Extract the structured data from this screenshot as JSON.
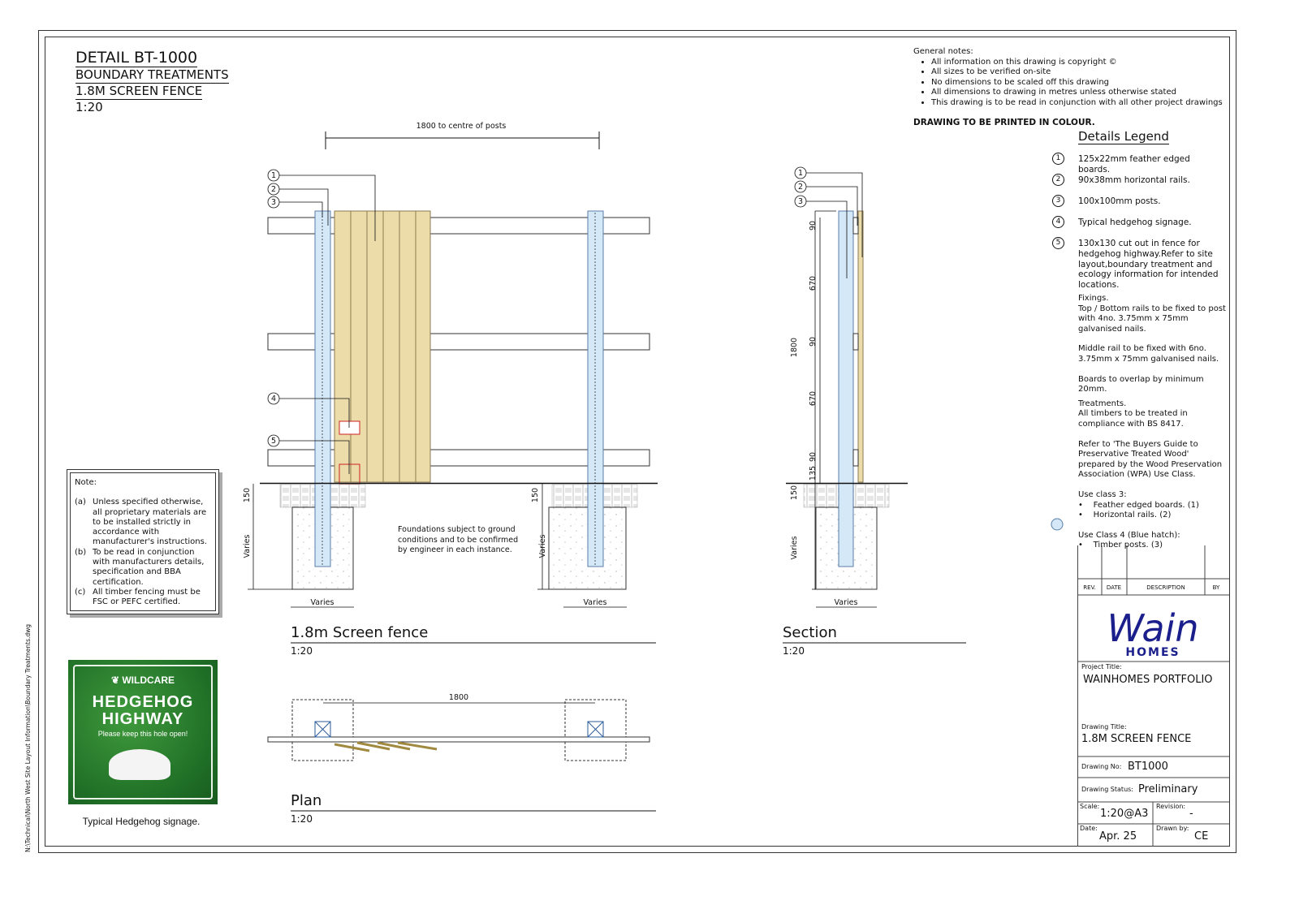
{
  "header": {
    "detail": "DETAIL BT-1000",
    "category": "BOUNDARY TREATMENTS",
    "fence": "1.8M SCREEN FENCE",
    "scale": "1:20"
  },
  "general_notes": {
    "title": "General notes:",
    "items": [
      "All information on this drawing is copyright ©",
      "All sizes to be verified on-site",
      "No dimensions to be scaled off this drawing",
      "All dimensions to drawing in metres unless otherwise stated",
      "This drawing is to be read in conjunction with all other project drawings"
    ],
    "colour_note": "DRAWING TO BE PRINTED IN COLOUR."
  },
  "legend": {
    "title": "Details Legend",
    "items": [
      {
        "num": "1",
        "text": "125x22mm feather edged boards."
      },
      {
        "num": "2",
        "text": "90x38mm horizontal rails."
      },
      {
        "num": "3",
        "text": "100x100mm posts."
      },
      {
        "num": "4",
        "text": "Typical hedgehog signage."
      },
      {
        "num": "5",
        "text": "130x130 cut out in fence for hedgehog highway.Refer to site layout,boundary treatment and ecology information for intended locations."
      }
    ],
    "fixings_title": "Fixings.",
    "fixings_1": "Top / Bottom rails to be fixed to post with 4no. 3.75mm x 75mm galvanised nails.",
    "fixings_2": "Middle rail to be fixed with 6no. 3.75mm x 75mm galvanised nails.",
    "fixings_3": "Boards to overlap by minimum 20mm.",
    "treat_title": "Treatments.",
    "treat_1": "All timbers to be treated in compliance with BS 8417.",
    "treat_2": "Refer to 'The Buyers Guide to Preservative Treated Wood' prepared by the Wood Preservation Association (WPA) Use Class.",
    "uc3_title": "Use class 3:",
    "uc3_items": [
      "Feather edged boards. (1)",
      "Horizontal rails. (2)"
    ],
    "uc4_title": "Use Class 4 (Blue hatch):",
    "uc4_items": [
      "Timber posts. (3)"
    ]
  },
  "note": {
    "title": "Note:",
    "items": [
      {
        "k": "(a)",
        "t": "Unless specified otherwise, all proprietary materials are to be installed strictly in accordance with manufacturer's instructions."
      },
      {
        "k": "(b)",
        "t": "To be read in conjunction with manufacturers details, specification and BBA certification."
      },
      {
        "k": "(c)",
        "t": "All timber fencing must be FSC or PEFC certified."
      }
    ]
  },
  "sign": {
    "brand": "WILDCARE",
    "line1": "HEDGEHOG",
    "line2": "HIGHWAY",
    "line3": "Please keep this hole open!",
    "caption": "Typical Hedgehog signage."
  },
  "file_path": "N:\\Technical\\North West Site Layout Information\\Boundary Treatments.dwg",
  "elevation": {
    "title": "1.8m Screen fence",
    "scale": "1:20",
    "dim_top": "1800 to centre of posts",
    "dim_150": "150",
    "dim_varies": "Varies",
    "foundation_note": "Foundations subject to ground conditions and to be confirmed by engineer in each instance."
  },
  "section": {
    "title": "Section",
    "scale": "1:20",
    "dims": [
      "90",
      "670",
      "90",
      "670",
      "90",
      "135"
    ],
    "dim_total": "1800",
    "dim_150": "150",
    "dim_varies": "Varies"
  },
  "plan": {
    "title": "Plan",
    "scale": "1:20",
    "dim": "1800"
  },
  "title_block": {
    "rev_headers": [
      "REV.",
      "DATE",
      "DESCRIPTION",
      "BY"
    ],
    "logo_script": "Wain",
    "logo_sub": "HOMES",
    "project_label": "Project Title:",
    "project": "WAINHOMES PORTFOLIO",
    "drawing_label": "Drawing Title:",
    "drawing": "1.8M SCREEN FENCE",
    "no_label": "Drawing No:",
    "no": "BT1000",
    "status_label": "Drawing Status:",
    "status": "Preliminary",
    "scale_label": "Scale:",
    "scale": "1:20@A3",
    "revision_label": "Revision:",
    "revision": "-",
    "date_label": "Date:",
    "date": "Apr. 25",
    "drawn_label": "Drawn by:",
    "drawn": "CE"
  },
  "colors": {
    "board": "#ecdcaa",
    "post": "#d4e8f8",
    "logo": "#1a1f8c",
    "sign": "#2a7f2e"
  }
}
